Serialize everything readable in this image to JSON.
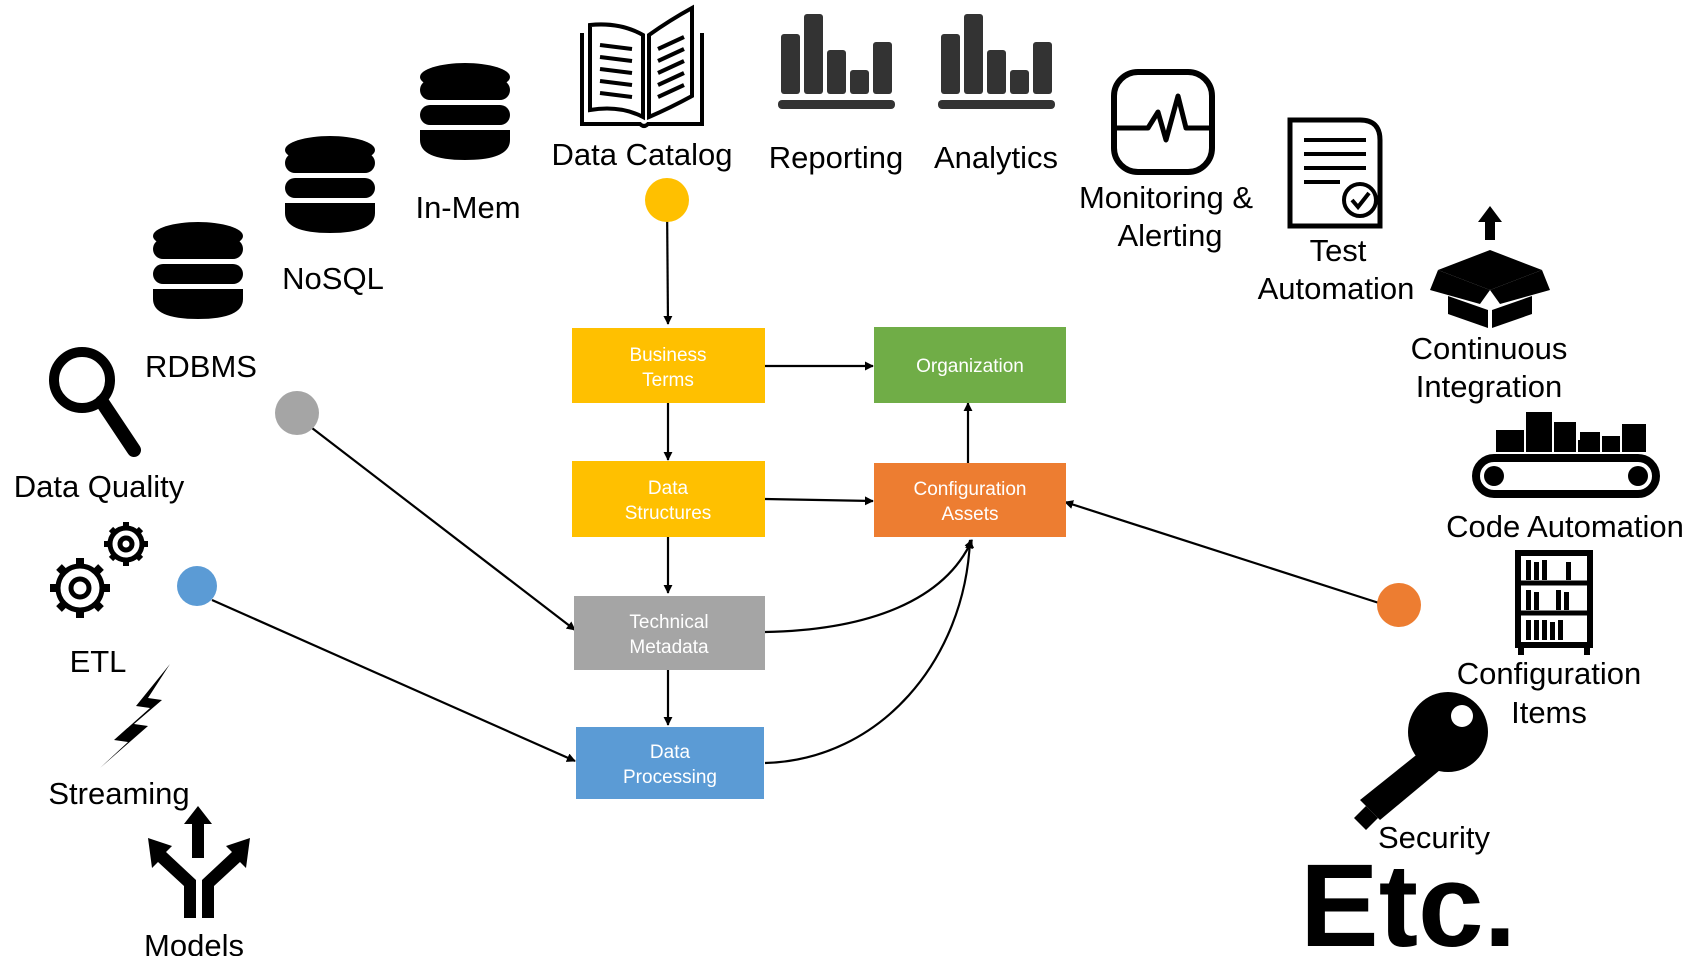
{
  "tools": {
    "rdbms": "RDBMS",
    "nosql": "NoSQL",
    "in_mem": "In-Mem",
    "data_catalog": "Data Catalog",
    "reporting": "Reporting",
    "analytics": "Analytics",
    "monitoring": [
      "Monitoring &",
      "Alerting"
    ],
    "test_automation": [
      "Test",
      "Automation"
    ],
    "continuous_integration": [
      "Continuous",
      "Integration"
    ],
    "code_automation": "Code Automation",
    "configuration_items": [
      "Configuration",
      "Items"
    ],
    "security": "Security",
    "data_quality": "Data Quality",
    "etl": "ETL",
    "streaming": "Streaming",
    "models": "Models",
    "etc": "Etc."
  },
  "boxes": {
    "business_terms": [
      "Business",
      "Terms"
    ],
    "data_structures": [
      "Data",
      "Structures"
    ],
    "technical_metadata": [
      "Technical",
      "Metadata"
    ],
    "data_processing": [
      "Data",
      "Processing"
    ],
    "organization": "Organization",
    "configuration_assets": [
      "Configuration",
      "Assets"
    ]
  },
  "colors": {
    "yellow": "#FFC000",
    "green": "#70AD47",
    "orange": "#ED7D31",
    "gray": "#A5A5A5",
    "blue": "#5B9BD5",
    "icon": "#000000"
  }
}
